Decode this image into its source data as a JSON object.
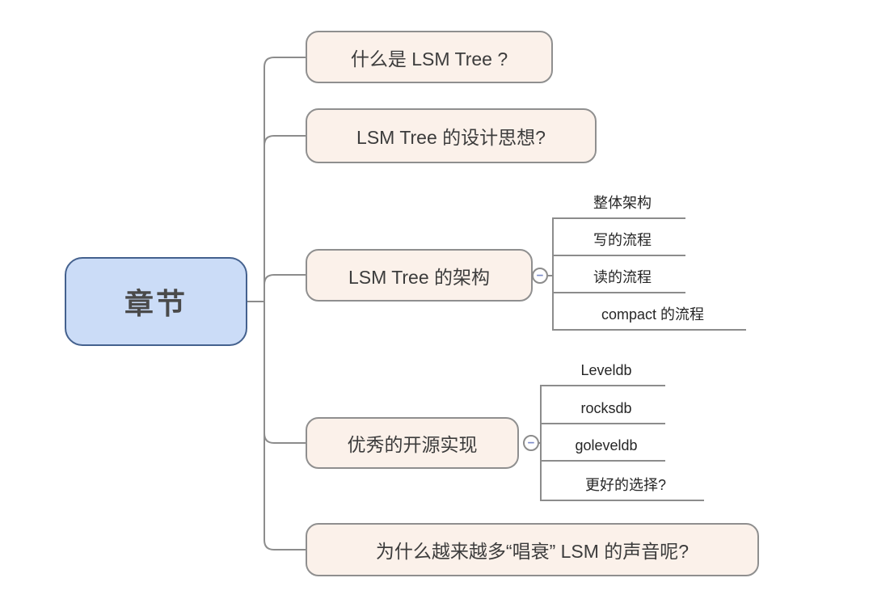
{
  "diagram": {
    "type": "mindmap",
    "topic": "LSM Tree chapters outline"
  },
  "colors": {
    "background": "#ffffff",
    "root_fill": "#cbdcf7",
    "root_border": "#44618e",
    "topic_fill": "#fbf1ea",
    "topic_border": "#8f8f8f",
    "line": "#8c8c8c",
    "text": "#3c3c3c",
    "collapse_minus": "#7c8cc9"
  },
  "icons": {
    "collapse": "−"
  },
  "root": {
    "label": "章节"
  },
  "branches": [
    {
      "label": "什么是 LSM Tree ?"
    },
    {
      "label": "LSM Tree 的设计思想?"
    },
    {
      "label": "LSM Tree 的架构",
      "children": [
        "整体架构",
        "写的流程",
        "读的流程",
        "compact 的流程"
      ]
    },
    {
      "label": "优秀的开源实现",
      "children": [
        "Leveldb",
        "rocksdb",
        "goleveldb",
        "更好的选择?"
      ]
    },
    {
      "label": "为什么越来越多“唱衰” LSM 的声音呢?"
    }
  ]
}
